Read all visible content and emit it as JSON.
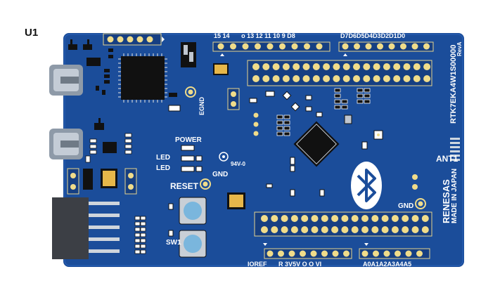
{
  "figure_label": "U1",
  "board": {
    "model": "RTK7EKA4W1S00000",
    "rev": "RevA",
    "brand": "RENESAS",
    "origin": "MADE IN JAPAN",
    "cert": "94V-0",
    "ant": "ANT1"
  },
  "labels": {
    "power": "POWER",
    "led_a": "LED",
    "led_b": "LED",
    "reset": "RESET",
    "sw1": "SW1",
    "gnd_center": "GND",
    "gnd_right": "GND",
    "egnd": "EGND"
  },
  "headers": {
    "top_left": [
      "15",
      "14",
      "o",
      "13",
      "12",
      "11",
      "10",
      "9",
      "D8"
    ],
    "top_right": [
      "D7",
      "D6",
      "D5",
      "D4",
      "D3",
      "D2",
      "D1",
      "D0"
    ],
    "bottom_left": [
      "IOREF",
      "R",
      "3V",
      "5V",
      "O",
      "O",
      "VI"
    ],
    "bottom_right": [
      "A0",
      "A1",
      "A2",
      "A3",
      "A4",
      "A5"
    ]
  },
  "colors": {
    "board": "#1b4d9a",
    "pad": "#f0dc8a",
    "chip": "#111111",
    "button": "#7ab6dd"
  }
}
